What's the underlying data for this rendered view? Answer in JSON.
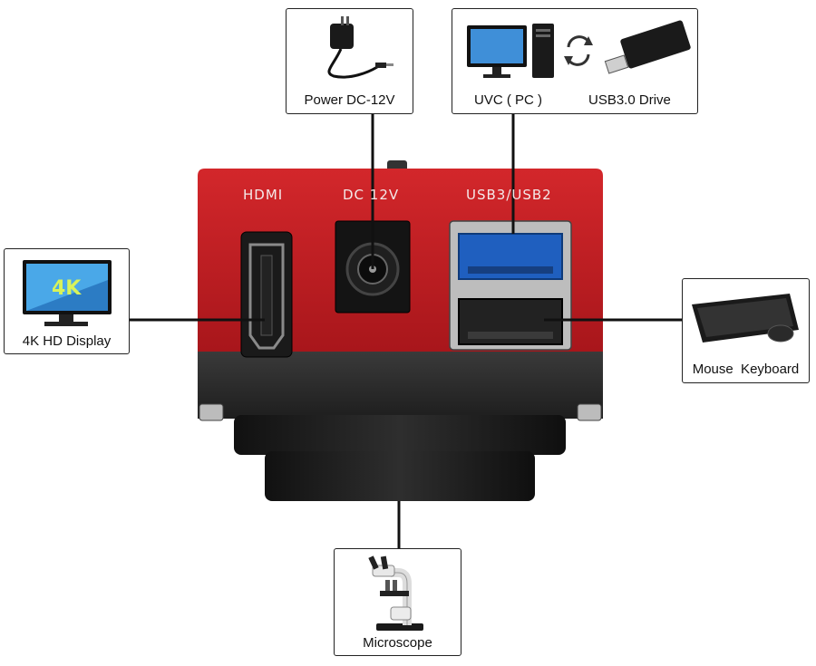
{
  "ports": {
    "hdmi": "HDMI",
    "dc": "DC 12V",
    "usb": "USB3/USB2"
  },
  "callouts": {
    "power": "Power DC-12V",
    "uvc_pc": "UVC ( PC )",
    "usb_drive": "USB3.0 Drive",
    "display": "4K HD Display",
    "keyboard": "Mouse  Keyboard",
    "microscope": "Microscope"
  },
  "display_badge": "4K",
  "colors": {
    "camera_red": "#c41f24",
    "camera_dark": "#2b2b2b",
    "usb3_blue": "#1f5fbf",
    "outline": "#222222"
  },
  "icons": [
    "power-adapter-icon",
    "pc-monitor-icon",
    "pc-tower-icon",
    "sync-icon",
    "usb-drive-icon",
    "4k-monitor-icon",
    "keyboard-icon",
    "mouse-icon",
    "microscope-icon"
  ]
}
